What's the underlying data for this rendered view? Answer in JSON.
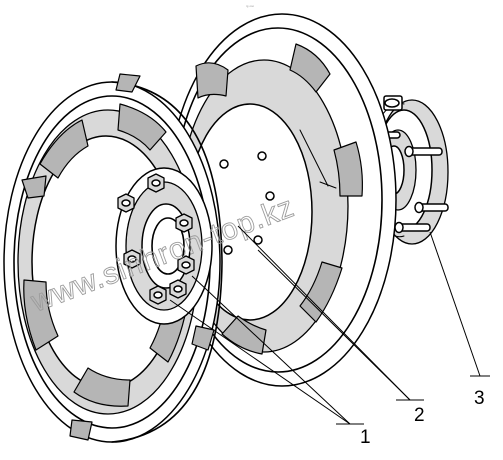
{
  "header": {
    "tiny_text": "ᵗᵍ ᵒᵒᵒ"
  },
  "watermark": {
    "text": "www.sinhron-top.kz",
    "color": "#9c9c9c"
  },
  "callouts": [
    {
      "label": "1"
    },
    {
      "label": "2"
    },
    {
      "label": "3"
    }
  ]
}
